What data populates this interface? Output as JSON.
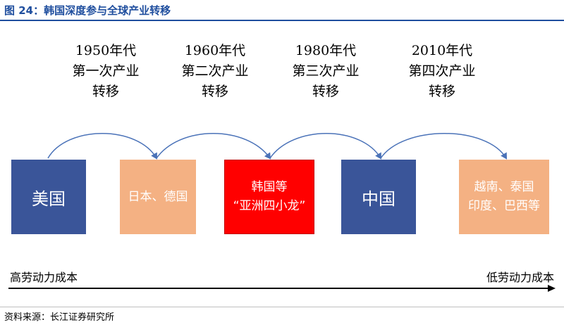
{
  "figure_title": "图 24：韩国深度参与全球产业转移",
  "stages": [
    {
      "year": "1950年代",
      "name": "第一次产业",
      "suffix": "转移"
    },
    {
      "year": "1960年代",
      "name": "第二次产业",
      "suffix": "转移"
    },
    {
      "year": "1980年代",
      "name": "第三次产业",
      "suffix": "转移"
    },
    {
      "year": "2010年代",
      "name": "第四次产业",
      "suffix": "转移"
    }
  ],
  "countries": [
    {
      "lines": [
        "美国"
      ],
      "color": "#3a5599"
    },
    {
      "lines": [
        "日本、德国"
      ],
      "color": "#f4b183"
    },
    {
      "lines": [
        "韩国等",
        "“亚洲四小龙”"
      ],
      "color": "#ff0000"
    },
    {
      "lines": [
        "中国"
      ],
      "color": "#3a5599"
    },
    {
      "lines": [
        "越南、泰国",
        "印度、巴西等"
      ],
      "color": "#f4b183"
    }
  ],
  "axis": {
    "left_label": "高劳动力成本",
    "right_label": "低劳动力成本"
  },
  "source": "资料来源：长江证券研究所",
  "colors": {
    "title": "#1f4e9e",
    "arrow": "#4a72b8"
  }
}
